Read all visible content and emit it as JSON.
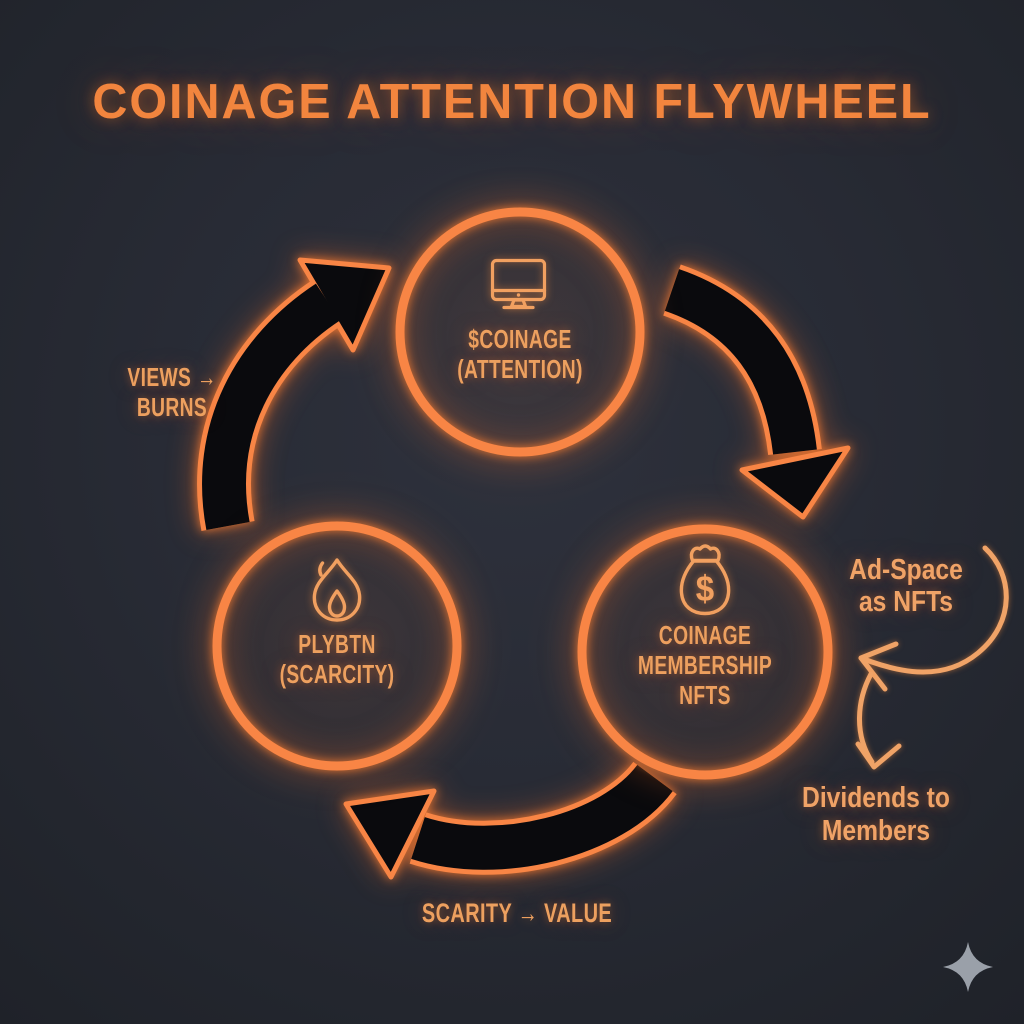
{
  "title": "COINAGE ATTENTION FLYWHEEL",
  "nodes": {
    "attention": {
      "icon": "monitor-icon",
      "lines": [
        "$COINAGE",
        "(ATTENTION)"
      ]
    },
    "scarcity": {
      "icon": "flame-icon",
      "lines": [
        "PLYBTN",
        "(SCARCITY)"
      ]
    },
    "membership": {
      "icon": "money-bag-icon",
      "dollar_glyph": "$",
      "lines": [
        "COINAGE",
        "MEMBERSHIP",
        "NFTS"
      ]
    }
  },
  "edge_labels": {
    "views_burns": {
      "lines": [
        "VIEWS →",
        "BURNS"
      ]
    },
    "scarcity_value": {
      "lines": [
        "SCARITY → VALUE"
      ]
    }
  },
  "annotations": {
    "ad_space": {
      "lines": [
        "Ad-Space",
        "as NFTs"
      ]
    },
    "dividends": {
      "lines": [
        "Dividends to",
        "Members"
      ]
    }
  },
  "decorations": {
    "sparkle": "sparkle-icon"
  },
  "colors": {
    "background": "#262932",
    "accent_orange": "#f88545",
    "icon_orange": "#f1a060",
    "label_orange": "#eda05f",
    "arrow_fill": "#0a0a0d",
    "sparkle_gray": "#9aa0a9"
  }
}
